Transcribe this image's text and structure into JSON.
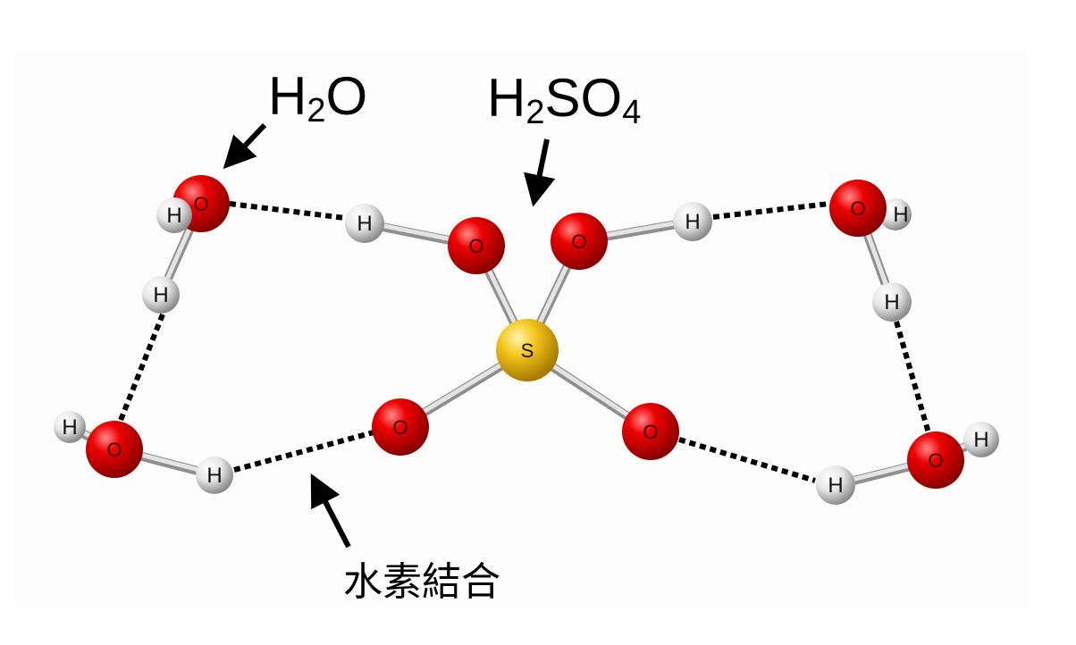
{
  "labels": {
    "water": {
      "base": "H",
      "sub": "2",
      "rest": "O"
    },
    "acid": {
      "base": "H",
      "sub": "2",
      "mid": "SO",
      "sub2": "4"
    },
    "hbond": "水素結合"
  },
  "atoms": [
    {
      "label": "O",
      "element": "O"
    },
    {
      "label": "H",
      "element": "H"
    },
    {
      "label": "H",
      "element": "H"
    },
    {
      "label": "H",
      "element": "H"
    },
    {
      "label": "O",
      "element": "O"
    },
    {
      "label": "H",
      "element": "H"
    },
    {
      "label": "H",
      "element": "H"
    },
    {
      "label": "O",
      "element": "O"
    },
    {
      "label": "O",
      "element": "O"
    },
    {
      "label": "H",
      "element": "H"
    },
    {
      "label": "S",
      "element": "S"
    },
    {
      "label": "O",
      "element": "O"
    },
    {
      "label": "O",
      "element": "O"
    },
    {
      "label": "H",
      "element": "H"
    },
    {
      "label": "O",
      "element": "O"
    },
    {
      "label": "H",
      "element": "H"
    },
    {
      "label": "H",
      "element": "H"
    },
    {
      "label": "O",
      "element": "O"
    },
    {
      "label": "H",
      "element": "H"
    }
  ],
  "colors": {
    "O": "#e00000",
    "H": "#e8e8e8",
    "S": "#f2c21a",
    "bond": "#c8c8c8",
    "hbond": "#000000"
  }
}
